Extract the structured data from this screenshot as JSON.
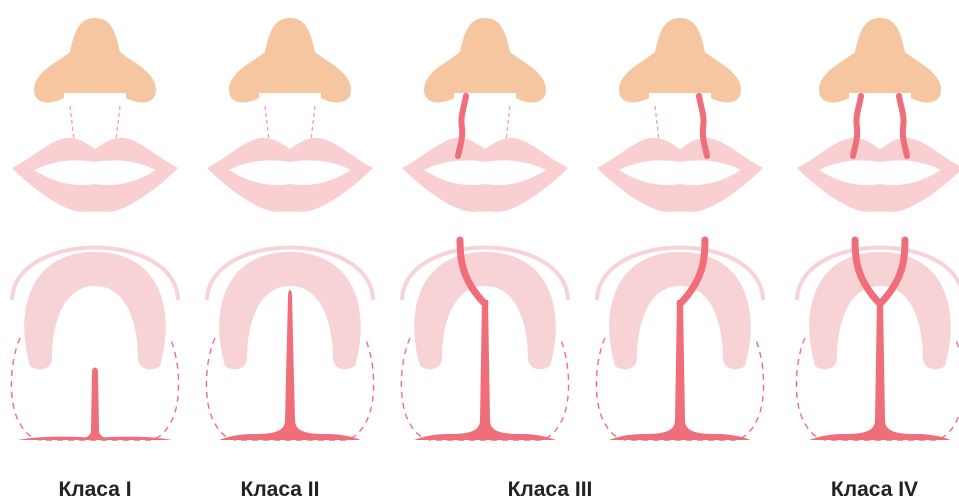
{
  "colors": {
    "nose": "#f5c6a0",
    "lip": "#f9cfd1",
    "cleft": "#f06e7a",
    "dashed": "#ef9aa0",
    "arch": "#f8d3d6",
    "text": "#222222"
  },
  "classes": [
    {
      "label": "Клaса I",
      "cleft": "palate-short",
      "lip_marks": 0
    },
    {
      "label": "Клaса II",
      "cleft": "palate-full",
      "lip_marks": 0
    },
    {
      "label": "Клaса III",
      "cleft": "unilateral-left",
      "lip_marks": 1
    },
    {
      "label": "",
      "cleft": "unilateral-right",
      "lip_marks": 1
    },
    {
      "label": "Клaса IV",
      "cleft": "bilateral",
      "lip_marks": 2
    }
  ]
}
